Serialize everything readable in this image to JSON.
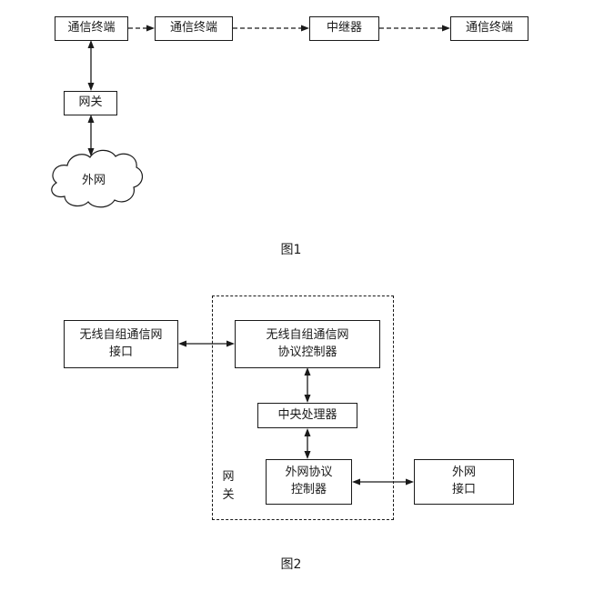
{
  "figure1": {
    "caption": "图1",
    "terminal1": "通信终端",
    "terminal2": "通信终端",
    "repeater": "中继器",
    "terminal3": "通信终端",
    "gateway": "网关",
    "external_network": "外网"
  },
  "figure2": {
    "caption": "图2",
    "adhoc_interface": {
      "line1": "无线自组通信网",
      "line2": "接口"
    },
    "adhoc_controller": {
      "line1": "无线自组通信网",
      "line2": "协议控制器"
    },
    "cpu": "中央处理器",
    "extnet_controller": {
      "line1": "外网协议",
      "line2": "控制器"
    },
    "gateway_label": {
      "line1": "网",
      "line2": "关"
    },
    "extnet_interface": {
      "line1": "外网",
      "line2": "接口"
    }
  }
}
